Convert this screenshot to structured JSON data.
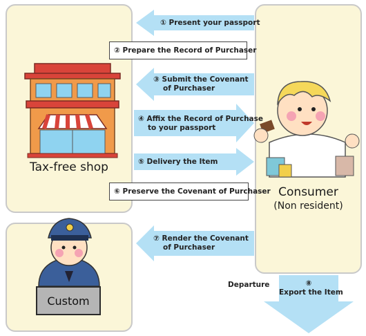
{
  "nodes": {
    "shop": "Tax-free shop",
    "consumer": "Consumer",
    "consumer_sub": "(Non resident)",
    "custom": "Custom"
  },
  "steps": [
    {
      "num": "①",
      "text": "Present your passport"
    },
    {
      "num": "②",
      "text": "Prepare the Record of Purchaser"
    },
    {
      "num": "③",
      "line1": "Submit the Covenant",
      "line2": "of Purchaser"
    },
    {
      "num": "④",
      "line1": "Affix the Record of Purchase",
      "line2": "to your passport"
    },
    {
      "num": "⑤",
      "text": "Delivery the Item"
    },
    {
      "num": "⑥",
      "text": "Preserve the Covenant of Purchaser"
    },
    {
      "num": "⑦",
      "line1": "Render the Covenant",
      "line2": "of Purchaser"
    },
    {
      "num": "⑧",
      "text": "Export the Item"
    }
  ],
  "departure": "Departure",
  "colors": {
    "box_fill": "#fbf6d8",
    "arrow_fill": "#b4e0f5",
    "custom_sign": "#b5b5b5"
  }
}
